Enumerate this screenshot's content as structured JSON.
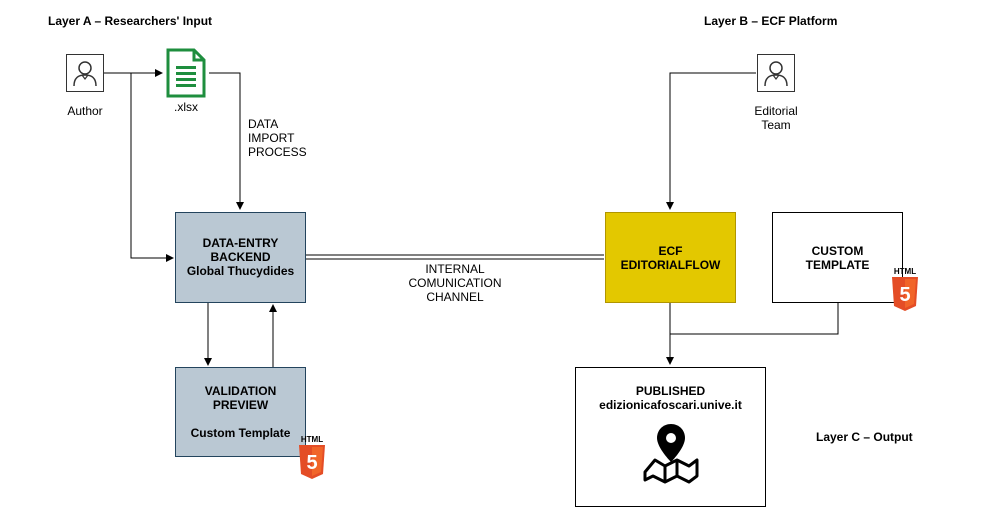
{
  "layers": {
    "a": "Layer A – Researchers' Input",
    "b": "Layer B – ECF Platform",
    "c": "Layer C – Output"
  },
  "nodes": {
    "author": "Author",
    "xlsx": ".xlsx",
    "editorial": [
      "Editorial",
      "Team"
    ],
    "data_entry": [
      "DATA-ENTRY",
      "BACKEND",
      "Global Thucydides"
    ],
    "validation": [
      "VALIDATION",
      "PREVIEW",
      "Custom Template"
    ],
    "ecf": [
      "ECF",
      "EDITORIALFLOW"
    ],
    "custom_template": [
      "CUSTOM",
      "TEMPLATE"
    ],
    "published": [
      "PUBLISHED",
      "edizionicafoscari.unive.it"
    ]
  },
  "edges": {
    "import": [
      "DATA",
      "IMPORT",
      "PROCESS"
    ],
    "channel": [
      "INTERNAL",
      "COMUNICATION",
      "CHANNEL"
    ]
  },
  "icons": {
    "person": "user-icon",
    "spreadsheet": "spreadsheet-file-icon",
    "html5": "html5-badge-icon",
    "map": "map-pin-icon",
    "html5_text": "HTML",
    "html5_digit": "5"
  },
  "colors": {
    "gray_fill": "#bac8d3",
    "yellow_fill": "#e3c800",
    "html5_orange": "#e44d26",
    "xlsx_green": "#1e8e3e"
  }
}
